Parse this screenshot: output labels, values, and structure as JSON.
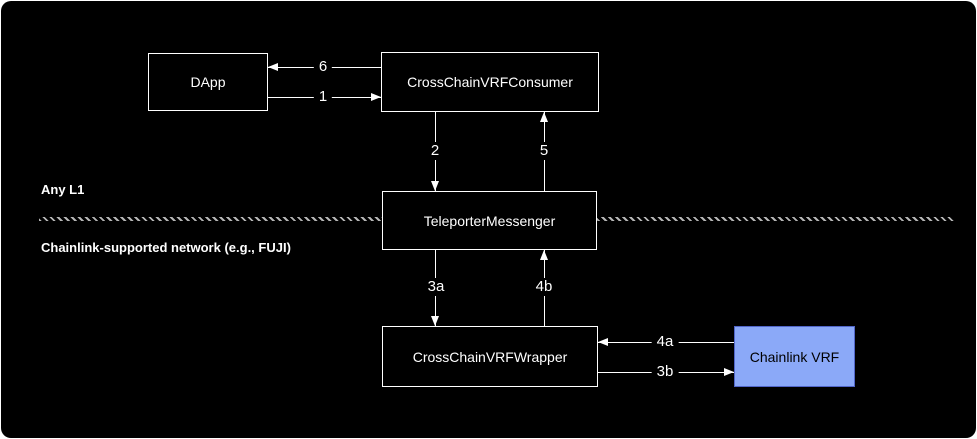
{
  "diagram": {
    "title_context": "Cross-chain VRF flow diagram",
    "nodes": [
      {
        "id": "dapp",
        "label": "DApp"
      },
      {
        "id": "consumer",
        "label": "CrossChainVRFConsumer"
      },
      {
        "id": "teleporter",
        "label": "TeleporterMessenger"
      },
      {
        "id": "wrapper",
        "label": "CrossChainVRFWrapper"
      },
      {
        "id": "chainlink-vrf",
        "label": "Chainlink VRF"
      }
    ],
    "edges": [
      {
        "label": "6",
        "from": "CrossChainVRFConsumer",
        "to": "DApp",
        "direction": "left"
      },
      {
        "label": "1",
        "from": "DApp",
        "to": "CrossChainVRFConsumer",
        "direction": "right"
      },
      {
        "label": "2",
        "from": "CrossChainVRFConsumer",
        "to": "TeleporterMessenger",
        "direction": "down"
      },
      {
        "label": "5",
        "from": "TeleporterMessenger",
        "to": "CrossChainVRFConsumer",
        "direction": "up"
      },
      {
        "label": "3a",
        "from": "TeleporterMessenger",
        "to": "CrossChainVRFWrapper",
        "direction": "down"
      },
      {
        "label": "4b",
        "from": "CrossChainVRFWrapper",
        "to": "TeleporterMessenger",
        "direction": "up"
      },
      {
        "label": "4a",
        "from": "Chainlink VRF",
        "to": "CrossChainVRFWrapper",
        "direction": "left"
      },
      {
        "label": "3b",
        "from": "CrossChainVRFWrapper",
        "to": "Chainlink VRF",
        "direction": "right"
      }
    ],
    "regions": [
      {
        "label": "Any L1",
        "position": "above-divider"
      },
      {
        "label": "Chainlink-supported network (e.g., FUJI)",
        "position": "below-divider"
      }
    ],
    "colors": {
      "background": "#000000",
      "node_fill": "#000000",
      "node_border": "#ffffff",
      "node_text": "#ffffff",
      "chainlink_node_fill": "#8BA9F8",
      "chainlink_node_border": "#5166C9",
      "chainlink_node_text": "#000000",
      "arrow": "#ffffff",
      "divider": "#b5b5b5"
    }
  }
}
